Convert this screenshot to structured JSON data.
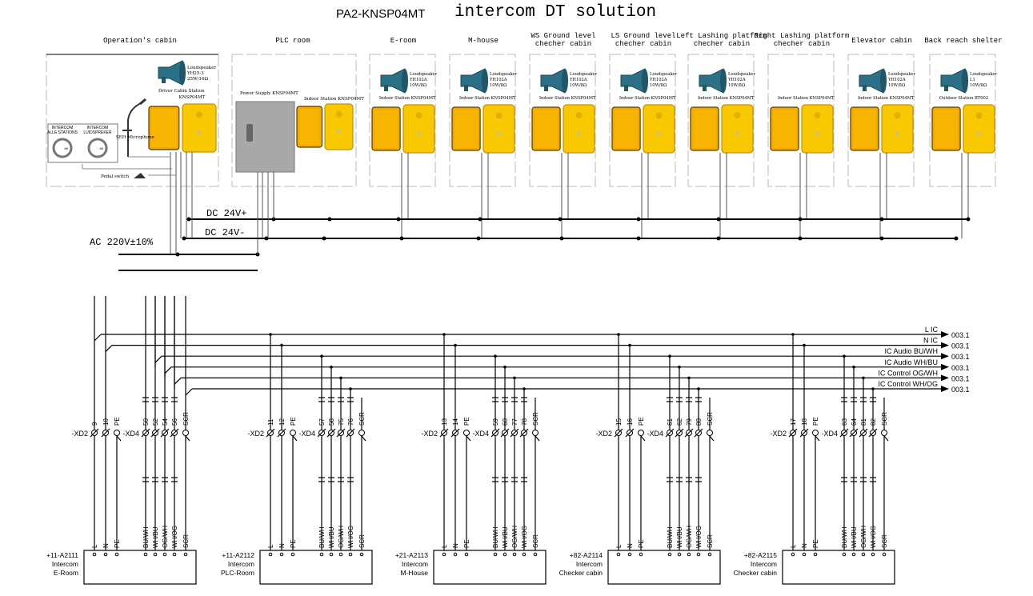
{
  "title": {
    "code": "PA2-KNSP04MT",
    "text": "intercom DT solution"
  },
  "operation_cabin": {
    "title": "Operation's cabin",
    "speaker": [
      "Loudspeaker",
      "YH25-3",
      "25W/16Ω"
    ],
    "station": [
      "Driver Cabin Station",
      "KNSP04MT"
    ],
    "panel_labels": [
      [
        "INTERCOM",
        "ALLE STATIONS"
      ],
      [
        "INTERCOM",
        "LUIDSPREKER"
      ]
    ],
    "knob_label": "8K",
    "microphone": "SEH Microphone",
    "pedal": "Pedal switch"
  },
  "plc_room": {
    "title": "PLC room",
    "power_supply": "Power Supply KNSP04MT",
    "station": "Indoor Station KNSP04MT"
  },
  "rooms": [
    {
      "title": [
        "E-room"
      ],
      "speaker": [
        "Loudspeaker",
        "YH102A",
        "10W/8Ω"
      ],
      "station": "Indoor Station KNSP04MT"
    },
    {
      "title": [
        "M-house"
      ],
      "speaker": [
        "Loudspeaker",
        "YH102A",
        "10W/8Ω"
      ],
      "station": "Indoor Station KNSP04MT"
    },
    {
      "title": [
        "WS Ground level",
        "checher cabin"
      ],
      "speaker": [
        "Loudspeaker",
        "YH102A",
        "10W/8Ω"
      ],
      "station": "Indoor Station KNSP04MT"
    },
    {
      "title": [
        "LS Ground level",
        "checher cabin"
      ],
      "speaker": [
        "Loudspeaker",
        "YH102A",
        "10W/8Ω"
      ],
      "station": "Indoor Station KNSP04MT"
    },
    {
      "title": [
        "Left Lashing platform",
        "checher cabin"
      ],
      "speaker": [
        "Loudspeaker",
        "YH102A",
        "10W/8Ω"
      ],
      "station": "Indoor Station KNSP04MT"
    },
    {
      "title": [
        "Right Lashing platform",
        "checher cabin"
      ],
      "speaker": null,
      "station": "Indoor Station KNSP04MT"
    },
    {
      "title": [
        "Elevator cabin"
      ],
      "speaker": [
        "Loudspeaker",
        "YH102A",
        "10W/8Ω"
      ],
      "station": "Indoor Station KNSP04MT"
    },
    {
      "title": [
        "Back reach shelter"
      ],
      "speaker": [
        "Loudspeaker",
        "L1",
        "10W/8Ω"
      ],
      "station": "Outdoor Station BT002"
    }
  ],
  "power": {
    "dc_plus": "DC 24V+",
    "dc_minus": "DC 24V-",
    "ac": "AC 220V±10%"
  },
  "bus": [
    {
      "label": "L IC",
      "ref": "003.1"
    },
    {
      "label": "N IC",
      "ref": "003.1"
    },
    {
      "label": "IC Audio BU/WH",
      "ref": "003.1"
    },
    {
      "label": "IC Audio WH/BU",
      "ref": "003.1"
    },
    {
      "label": "IC Control OG/WH",
      "ref": "003.1"
    },
    {
      "label": "IC Control WH/OG",
      "ref": "003.1"
    }
  ],
  "terminal_labels": {
    "xd2": "-XD2",
    "xd4": "-XD4"
  },
  "column_labels": [
    "L",
    "N",
    "PE",
    "BU/WH",
    "WH/BU",
    "OG/WH",
    "WH/OG",
    "SCR"
  ],
  "groups": [
    {
      "xd2": [
        "9",
        "10",
        "PE"
      ],
      "xd4": [
        "50",
        "52",
        "54",
        "56",
        "SCR"
      ],
      "box": [
        "+11-A2111",
        "Intercom",
        "E-Room"
      ]
    },
    {
      "xd2": [
        "11",
        "12",
        "PE"
      ],
      "xd4": [
        "57",
        "58",
        "75",
        "76",
        "SCR"
      ],
      "box": [
        "+11-A2112",
        "Intercom",
        "PLC-Room"
      ]
    },
    {
      "xd2": [
        "13",
        "14",
        "PE"
      ],
      "xd4": [
        "59",
        "60",
        "77",
        "78",
        "SCR"
      ],
      "box": [
        "+21-A2113",
        "Intercom",
        "M-House"
      ]
    },
    {
      "xd2": [
        "15",
        "16",
        "PE"
      ],
      "xd4": [
        "61",
        "62",
        "79",
        "80",
        "SCR"
      ],
      "box": [
        "+82-A2114",
        "Intercom",
        "Checker cabin"
      ]
    },
    {
      "xd2": [
        "17",
        "18",
        "PE"
      ],
      "xd4": [
        "63",
        "64",
        "81",
        "82",
        "SCR"
      ],
      "box": [
        "+82-A2115",
        "Intercom",
        "Checker cabin"
      ]
    }
  ],
  "colors": {
    "line": "#000000",
    "frame": "#bbbbbb",
    "door": "#f2a900",
    "station": "#f8c800",
    "speaker": "#2c7088"
  }
}
